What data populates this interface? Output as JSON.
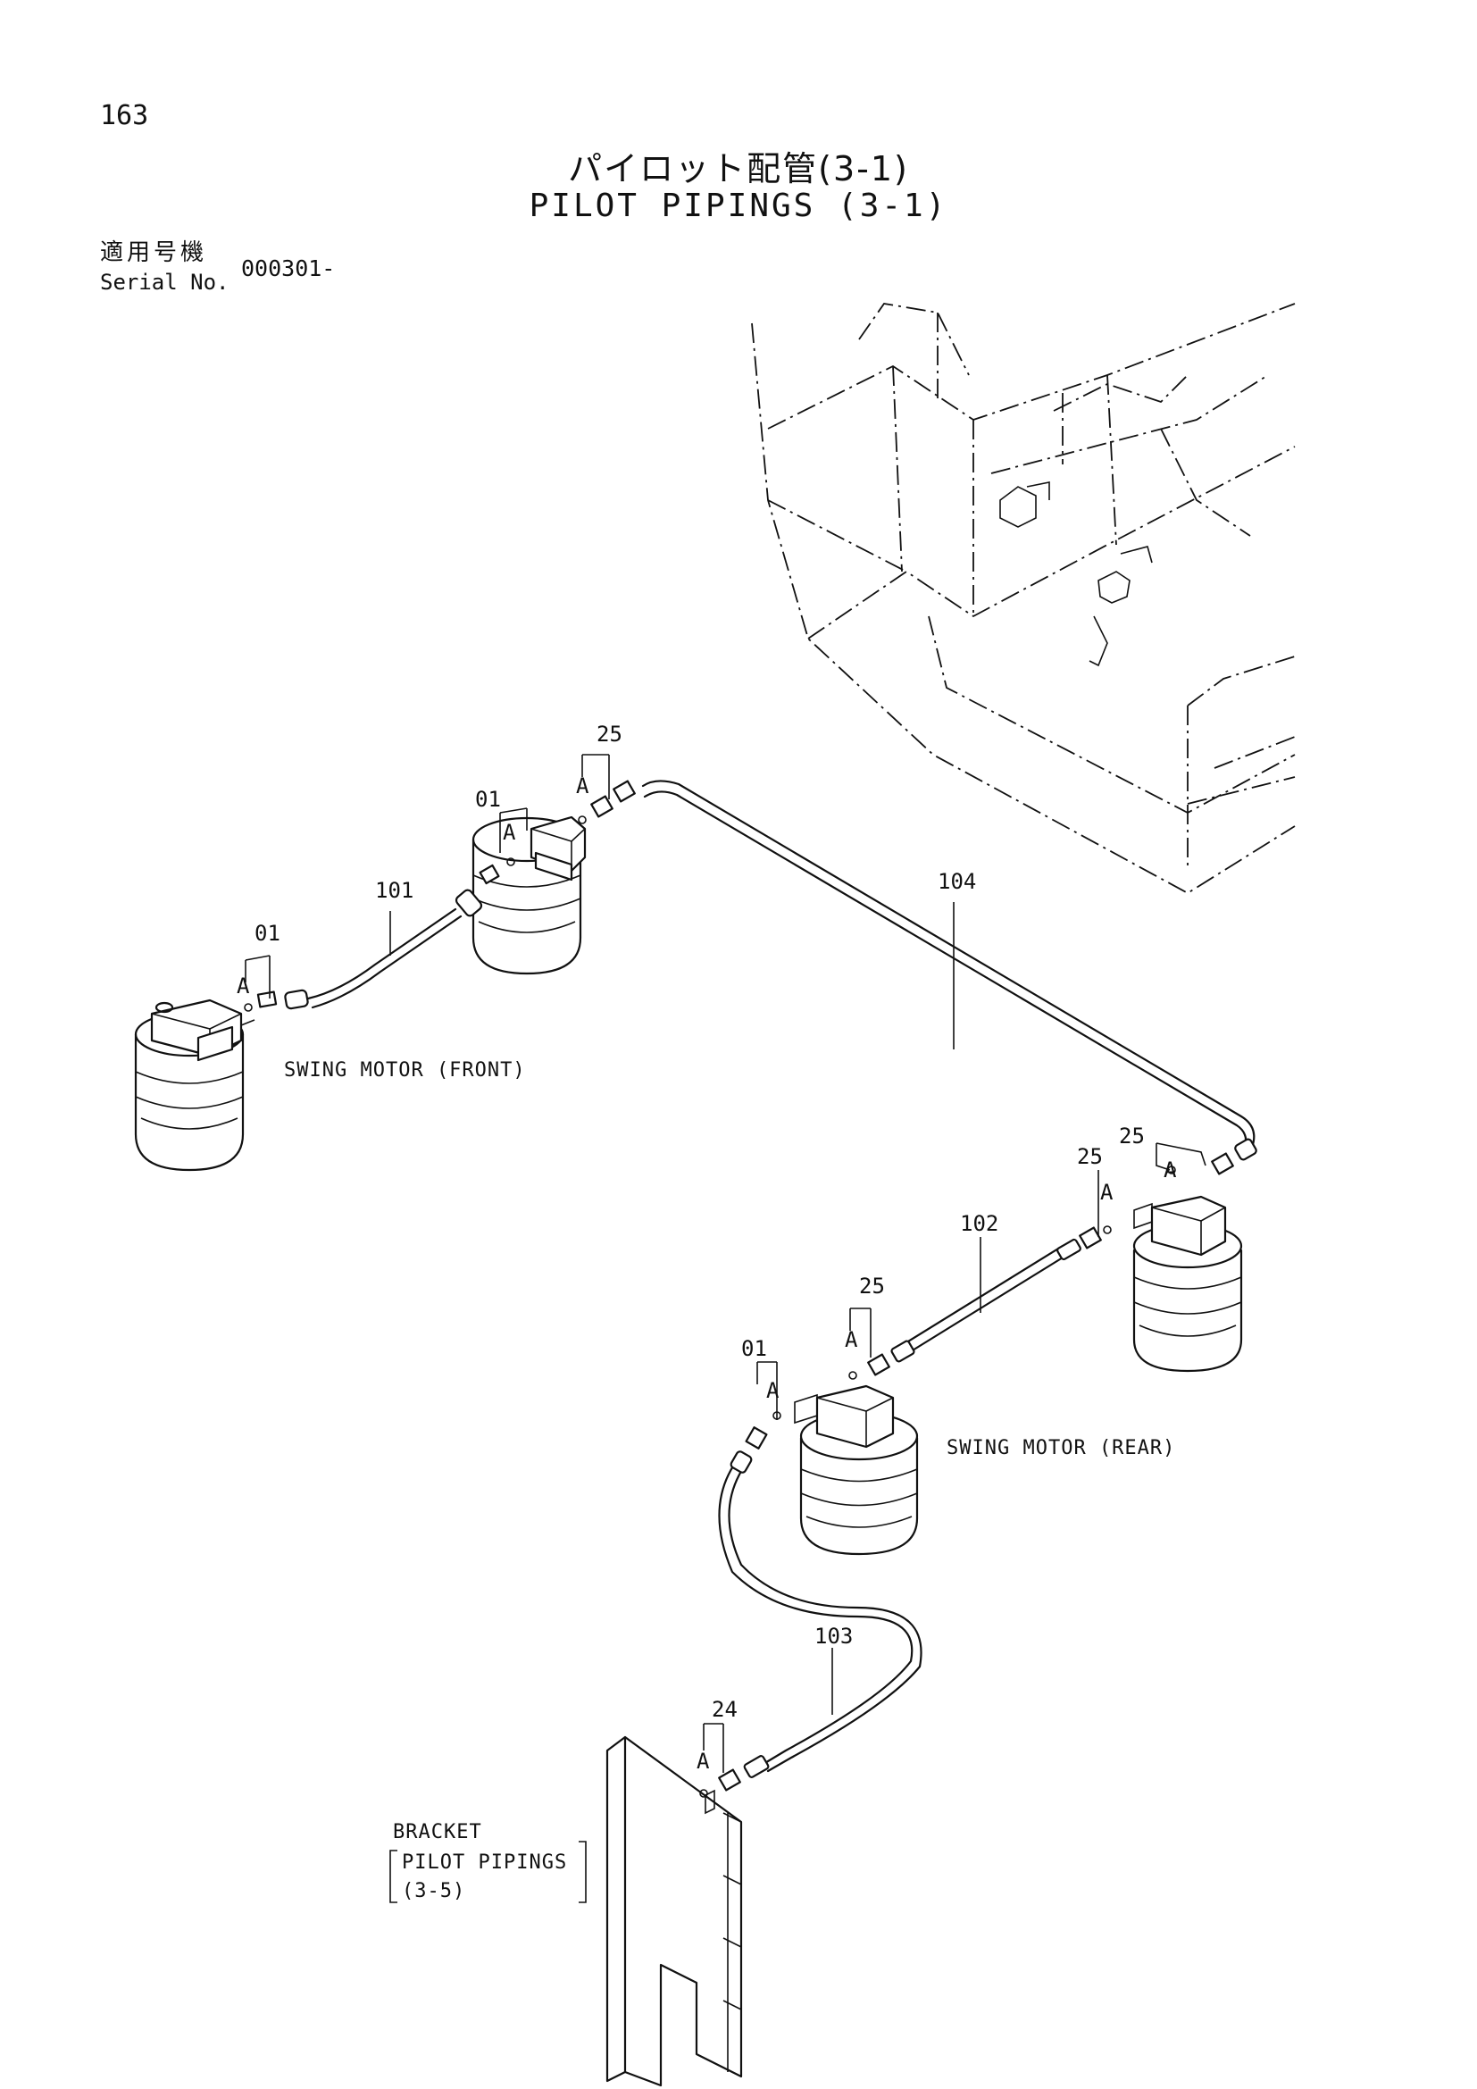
{
  "header": {
    "page_number": "163",
    "title_jp": "パイロット配管(3-1)",
    "title_en": "PILOT PIPINGS (3-1)",
    "serial_label_jp": "適用号機",
    "serial_label_en": "Serial No.",
    "serial_value": "000301-"
  },
  "components": {
    "swing_motor_front": "SWING MOTOR (FRONT)",
    "swing_motor_rear": "SWING MOTOR (REAR)",
    "bracket_title": "BRACKET",
    "bracket_ref_line1": "PILOT PIPINGS",
    "bracket_ref_line2": "(3-5)"
  },
  "callouts": {
    "part_01_a": "01",
    "part_01_b": "01",
    "part_01_c": "01",
    "part_25_a": "25",
    "part_25_b": "25",
    "part_25_c": "25",
    "part_25_d": "25",
    "part_24": "24",
    "hose_101": "101",
    "hose_102": "102",
    "hose_103": "103",
    "hose_104": "104",
    "detail_a": "A"
  }
}
